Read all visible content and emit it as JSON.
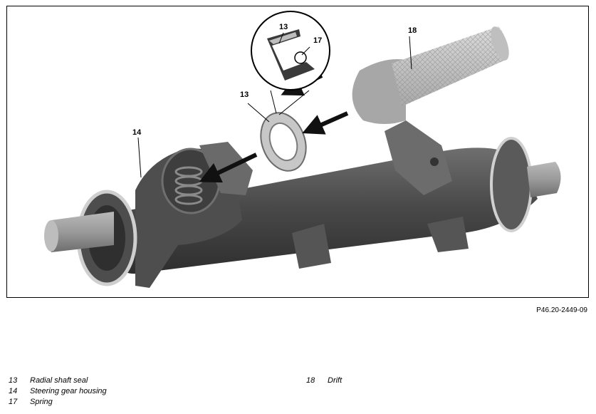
{
  "figure": {
    "id": "P46.20-2449-09",
    "callouts": {
      "c13_detail": "13",
      "c17": "17",
      "c18": "18",
      "c13": "13",
      "c14": "14"
    }
  },
  "legend": {
    "left": [
      {
        "num": "13",
        "text": "Radial shaft seal"
      },
      {
        "num": "14",
        "text": "Steering gear housing"
      },
      {
        "num": "17",
        "text": "Spring"
      }
    ],
    "right": [
      {
        "num": "18",
        "text": "Drift"
      }
    ]
  }
}
